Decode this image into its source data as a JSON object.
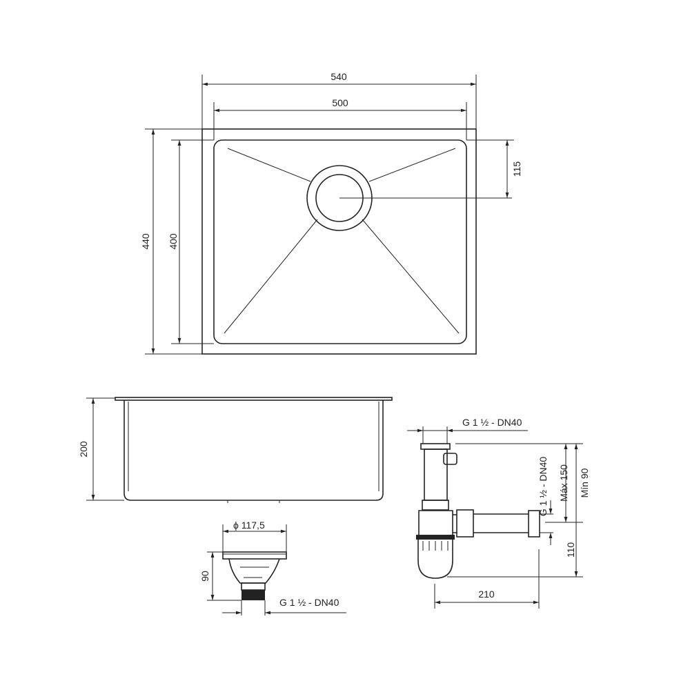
{
  "top_view": {
    "width_outer": "540",
    "width_inner": "500",
    "depth_outer": "440",
    "depth_inner": "400",
    "drain_offset": "115"
  },
  "side_view": {
    "height": "200"
  },
  "strainer": {
    "diameter": "ϕ 117,5",
    "height": "90",
    "thread": "G 1 ½ - DN40"
  },
  "siphon": {
    "inlet_thread": "G 1 ½ - DN40",
    "outlet_thread": "G 1 ½ - DN40",
    "max_height": "Máx 150",
    "min_height": "Mín 90",
    "trap_height": "110",
    "length": "210"
  },
  "colors": {
    "line": "#222222",
    "background": "#ffffff"
  }
}
